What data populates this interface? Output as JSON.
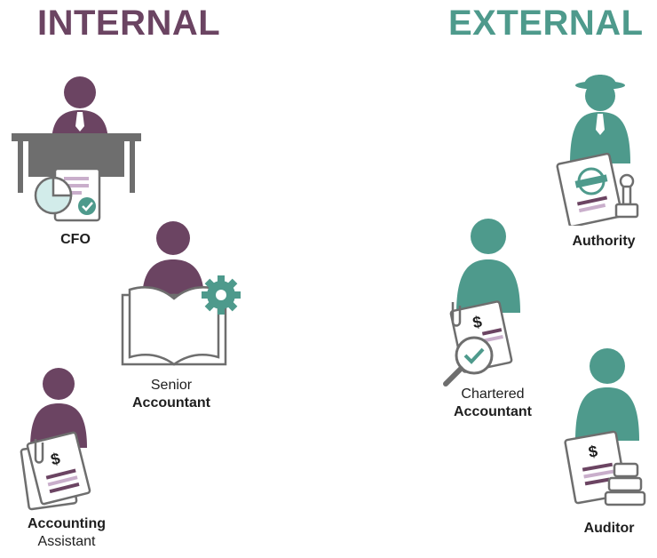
{
  "colors": {
    "internal": "#6b4462",
    "external": "#4e9a8c",
    "gray": "#6e6e6e",
    "lightgray": "#d8d8d8",
    "lilac": "#c9aecb",
    "mint": "#d2ecea"
  },
  "headings": {
    "internal": "INTERNAL",
    "external": "EXTERNAL"
  },
  "roles": {
    "cfo": {
      "bold": "CFO"
    },
    "senior": {
      "light": "Senior",
      "bold": "Accountant"
    },
    "assistant": {
      "bold": "Accounting",
      "light": "Assistant"
    },
    "authority": {
      "bold": "Authority"
    },
    "chartered": {
      "light": "Chartered",
      "bold": "Accountant"
    },
    "auditor": {
      "bold": "Auditor"
    }
  },
  "icons": {
    "dollar": "$"
  }
}
